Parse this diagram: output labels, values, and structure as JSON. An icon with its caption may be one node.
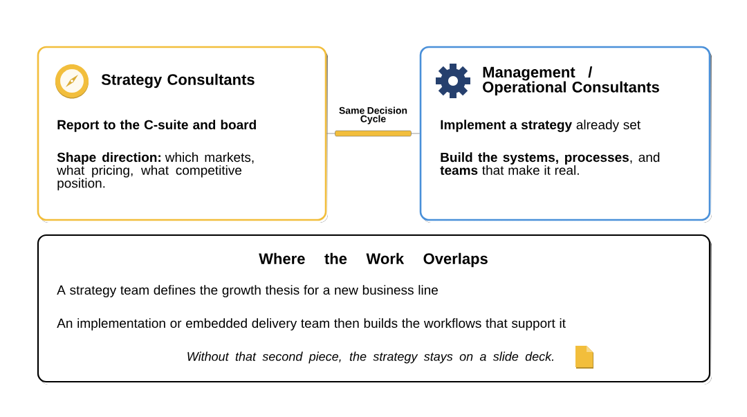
{
  "diagram": {
    "nodes": [
      {
        "text": [
          "Strategy Consultants",
          "Report to the C-suite and board",
          "**Shape direction:** which markets, what pricing, what competitive position."
        ]
      },
      {
        "text": [
          "Management / Operational Consultants",
          "**Implement a strategy** already set",
          "**Build the systems, processes**, and **teams** that make it real."
        ]
      },
      {
        "text": [
          "Where the Work Overlaps",
          "A strategy team defines the growth thesis for a new business line",
          "An implementation or embedded delivery team then builds the workflows that support it",
          "Without that second piece, the strategy stays on a slide deck."
        ]
      }
    ],
    "edges": [
      {
        "from": 0,
        "to": 1,
        "arrow": "none",
        "label": "Same Decision Cycle"
      }
    ]
  }
}
